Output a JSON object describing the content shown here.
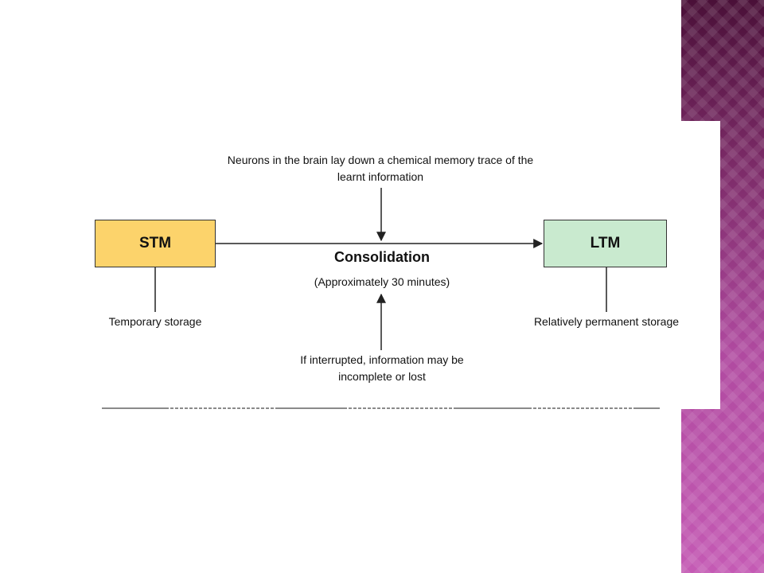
{
  "diagram": {
    "stm_label": "STM",
    "ltm_label": "LTM",
    "top_note": "Neurons in the brain lay down a chemical memory trace of the learnt information",
    "process_label": "Consolidation",
    "duration_label": "(Approximately 30 minutes)",
    "stm_note": "Temporary storage",
    "ltm_note": "Relatively permanent storage",
    "bottom_note": "If interrupted, information may be incomplete or lost"
  },
  "colors": {
    "stm_fill": "#fcd36b",
    "ltm_fill": "#c9eacf",
    "accent_purple": "#b04aa0"
  }
}
